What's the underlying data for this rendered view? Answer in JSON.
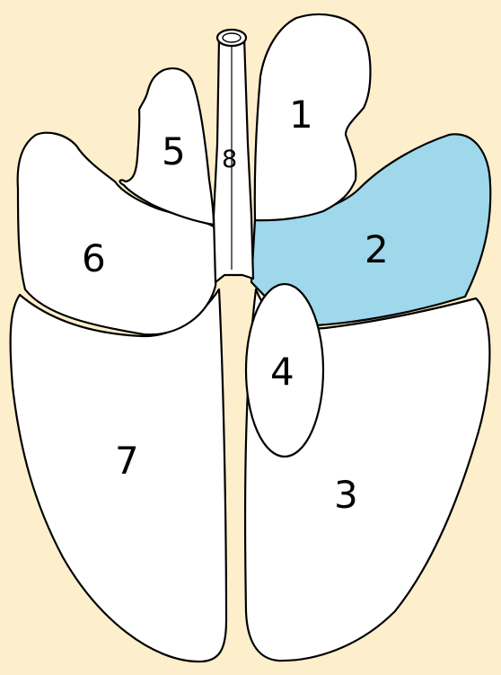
{
  "colors": {
    "background": "#FDEFCB",
    "lobe_fill": "#FFFFFF",
    "highlight_fill": "#9ED8EA",
    "outline": "#000000"
  },
  "diagram": {
    "highlighted_label": "2",
    "labels": {
      "l1": "1",
      "l2": "2",
      "l3": "3",
      "l4": "4",
      "l5": "5",
      "l6": "6",
      "l7": "7",
      "l8": "8"
    }
  }
}
